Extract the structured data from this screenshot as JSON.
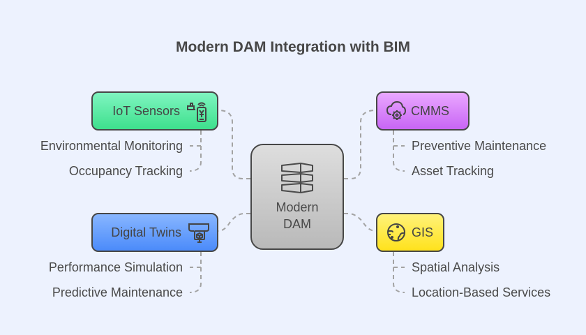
{
  "title": "Modern DAM Integration with BIM",
  "center": {
    "label_line1": "Modern",
    "label_line2": "DAM",
    "icon": "server-stack-icon"
  },
  "branches": [
    {
      "id": "iot",
      "label": "IoT Sensors",
      "icon": "sensor-device-icon",
      "color": "#4ee89e",
      "children": [
        "Environmental Monitoring",
        "Occupancy Tracking"
      ]
    },
    {
      "id": "cmms",
      "label": "CMMS",
      "icon": "cloud-gear-icon",
      "color": "#d57ef8",
      "children": [
        "Preventive Maintenance",
        "Asset Tracking"
      ]
    },
    {
      "id": "twins",
      "label": "Digital Twins",
      "icon": "monitor-3d-icon",
      "color": "#5e98fb",
      "children": [
        "Performance Simulation",
        "Predictive Maintenance"
      ]
    },
    {
      "id": "gis",
      "label": "GIS",
      "icon": "globe-map-icon",
      "color": "#ffe83a",
      "children": [
        "Spatial Analysis",
        "Location-Based Services"
      ]
    }
  ],
  "colors": {
    "background": "#edf2fe",
    "connector": "#a3a3a3",
    "border": "#474747"
  }
}
